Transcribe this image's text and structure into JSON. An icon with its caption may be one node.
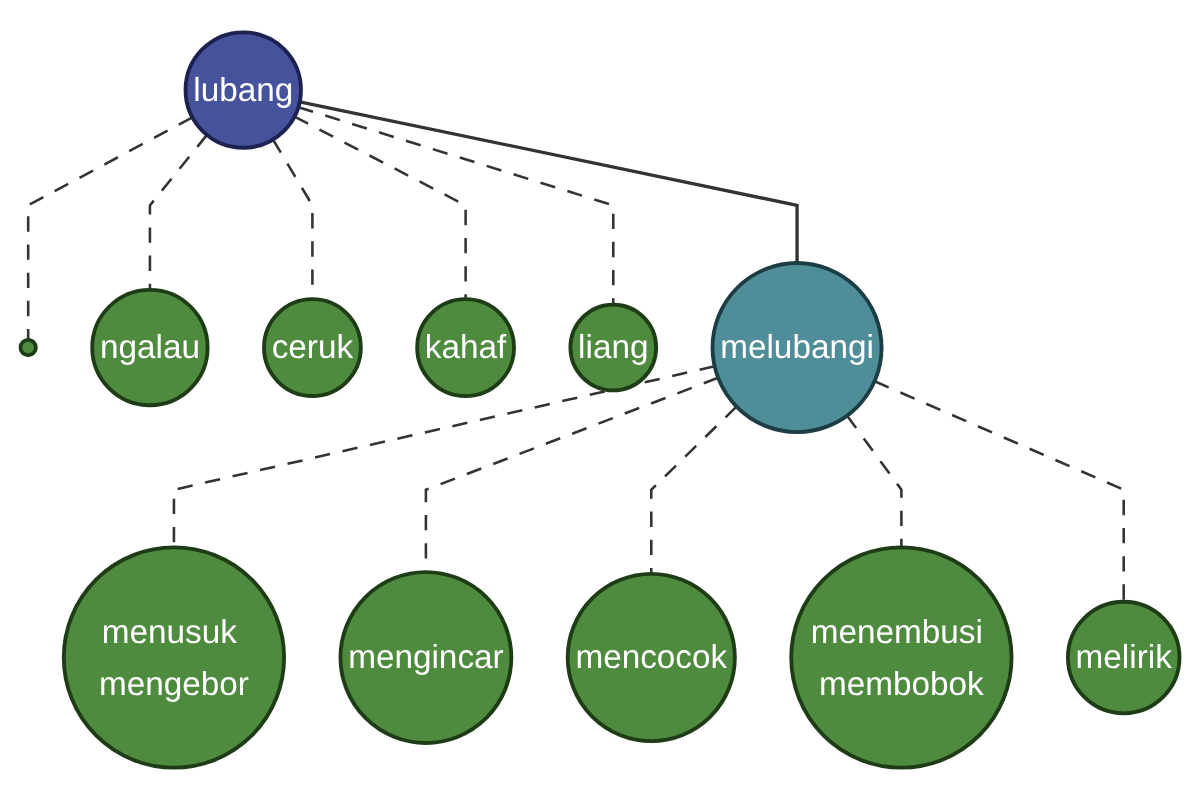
{
  "diagram": {
    "nodes": [
      {
        "text": [],
        "shape": "circle"
      },
      {
        "text": [
          "ngalau"
        ]
      },
      {
        "text": [
          "ceruk"
        ]
      },
      {
        "text": [
          "kahaf"
        ]
      },
      {
        "text": [
          "liang"
        ]
      },
      {
        "text": [
          "lubang"
        ]
      },
      {
        "text": [
          "menusuk mengebor"
        ]
      },
      {
        "text": [
          "mengincar"
        ]
      },
      {
        "text": [
          "melubangi"
        ]
      },
      {
        "text": [
          "mencocok"
        ]
      },
      {
        "text": [
          "menembusi membobok"
        ]
      },
      {
        "text": [
          "melirik"
        ]
      }
    ],
    "edges": [
      {
        "from": 5,
        "to": 0,
        "arrow": "none",
        "style": "dashed"
      },
      {
        "from": 5,
        "to": 1,
        "arrow": "none",
        "style": "dashed"
      },
      {
        "from": 5,
        "to": 2,
        "arrow": "none",
        "style": "dashed"
      },
      {
        "from": 5,
        "to": 3,
        "arrow": "none",
        "style": "dashed"
      },
      {
        "from": 5,
        "to": 4,
        "arrow": "none",
        "style": "dashed"
      },
      {
        "from": 5,
        "to": 8,
        "arrow": "none"
      },
      {
        "from": 8,
        "to": 6,
        "arrow": "none",
        "style": "dashed"
      },
      {
        "from": 8,
        "to": 7,
        "arrow": "none",
        "style": "dashed"
      },
      {
        "from": 8,
        "to": 9,
        "arrow": "none",
        "style": "dashed"
      },
      {
        "from": 8,
        "to": 10,
        "arrow": "none",
        "style": "dashed"
      },
      {
        "from": 8,
        "to": 11,
        "arrow": "none",
        "style": "dashed"
      }
    ]
  }
}
